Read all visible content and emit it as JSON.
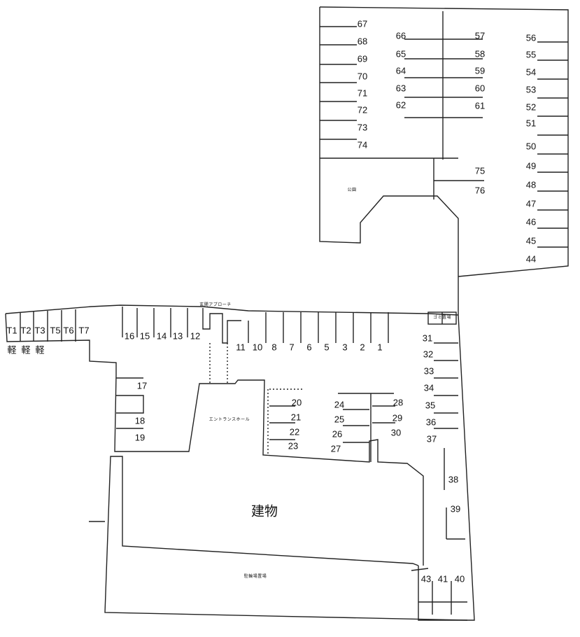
{
  "plan": {
    "building_label": "建物",
    "park_label": "公園",
    "entrance_hall_label": "エントランスホール",
    "approach_label": "玄関アプローチ",
    "garbage_label": "ゴミ置場",
    "bottom_label": "駐輪場置場",
    "kei_label": "軽"
  },
  "spaces": [
    "1",
    "2",
    "3",
    "5",
    "6",
    "7",
    "8",
    "10",
    "11",
    "12",
    "13",
    "14",
    "15",
    "16",
    "17",
    "18",
    "19",
    "20",
    "21",
    "22",
    "23",
    "24",
    "25",
    "26",
    "27",
    "28",
    "29",
    "30",
    "31",
    "32",
    "33",
    "34",
    "35",
    "36",
    "37",
    "38",
    "39",
    "40",
    "41",
    "43",
    "44",
    "45",
    "46",
    "47",
    "48",
    "49",
    "50",
    "51",
    "52",
    "53",
    "54",
    "55",
    "56",
    "57",
    "58",
    "59",
    "60",
    "61",
    "62",
    "63",
    "64",
    "65",
    "66",
    "67",
    "68",
    "69",
    "70",
    "71",
    "72",
    "73",
    "74",
    "75",
    "76"
  ],
  "tandem_spaces": [
    "T1",
    "T2",
    "T3",
    "T5",
    "T6",
    "T7"
  ]
}
